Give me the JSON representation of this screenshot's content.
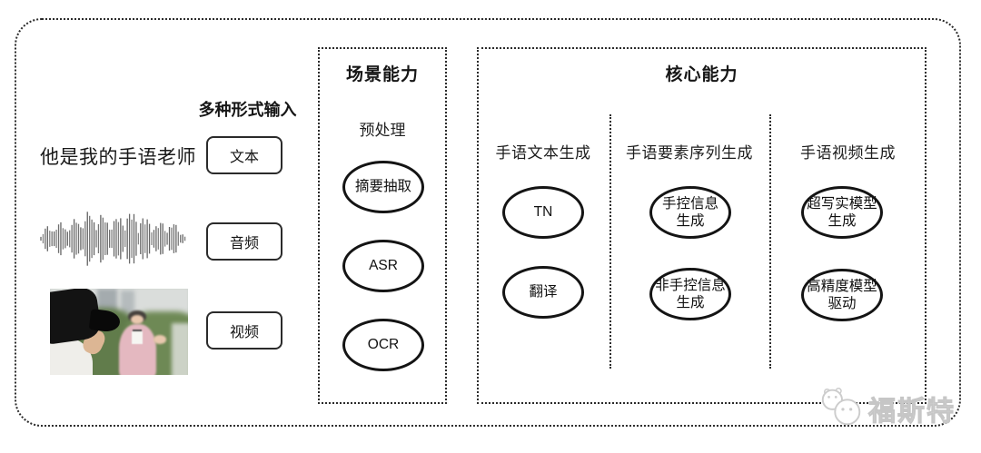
{
  "input_section": {
    "label": "多种形式输入",
    "sample_text": "他是我的手语老师",
    "modes": [
      {
        "label": "文本"
      },
      {
        "label": "音频"
      },
      {
        "label": "视频"
      }
    ],
    "audio_icon": "audio-waveform",
    "video_icon": "camera-filming-reporter-photo"
  },
  "scene_section": {
    "title": "场景能力",
    "subtitle": "预处理",
    "nodes": [
      {
        "label": "摘要抽取"
      },
      {
        "label": "ASR"
      },
      {
        "label": "OCR"
      }
    ]
  },
  "core_section": {
    "title": "核心能力",
    "columns": [
      {
        "header": "手语文本生成",
        "nodes": [
          {
            "label": "TN"
          },
          {
            "label": "翻译"
          }
        ]
      },
      {
        "header": "手语要素序列生成",
        "nodes": [
          {
            "label": "手控信息\n生成"
          },
          {
            "label": "非手控信息\n生成"
          }
        ]
      },
      {
        "header": "手语视频生成",
        "nodes": [
          {
            "label": "超写实模型\n生成"
          },
          {
            "label": "高精度模型\n驱动"
          }
        ]
      }
    ]
  },
  "watermark": {
    "text": "福斯特",
    "logo_icon": "panda-chat-bubbles"
  },
  "colors": {
    "line": "#2b2b2b",
    "node_border": "#141414",
    "watermark": "#c6c6c6"
  }
}
